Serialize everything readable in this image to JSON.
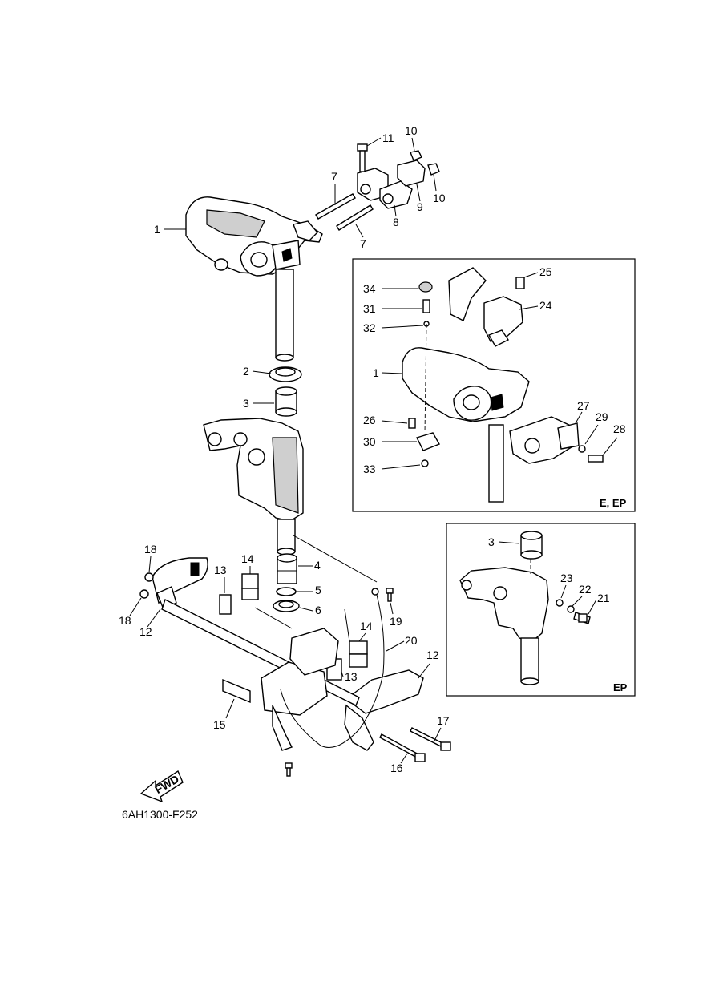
{
  "diagram_code": "6AH1300-F252",
  "fwd_arrow": {
    "label": "FWD",
    "icon": "fwd-arrow-icon"
  },
  "insets": [
    {
      "id": "inset-e-ep",
      "label": "E, EP"
    },
    {
      "id": "inset-ep",
      "label": "EP"
    }
  ],
  "callouts": {
    "c1": "1",
    "c2": "2",
    "c3": "3",
    "c4": "4",
    "c5": "5",
    "c6": "6",
    "c7a": "7",
    "c7b": "7",
    "c8": "8",
    "c9": "9",
    "c10a": "10",
    "c10b": "10",
    "c11": "11",
    "c12a": "12",
    "c12b": "12",
    "c13a": "13",
    "c13b": "13",
    "c14a": "14",
    "c14b": "14",
    "c15": "15",
    "c16": "16",
    "c17": "17",
    "c18a": "18",
    "c18b": "18",
    "c19": "19",
    "c20": "20",
    "i1_c34": "34",
    "i1_c31": "31",
    "i1_c32": "32",
    "i1_c1": "1",
    "i1_c26": "26",
    "i1_c30": "30",
    "i1_c33": "33",
    "i1_c25": "25",
    "i1_c24": "24",
    "i1_c27": "27",
    "i1_c29": "29",
    "i1_c28": "28",
    "i2_c3": "3",
    "i2_c23": "23",
    "i2_c22": "22",
    "i2_c21": "21"
  }
}
